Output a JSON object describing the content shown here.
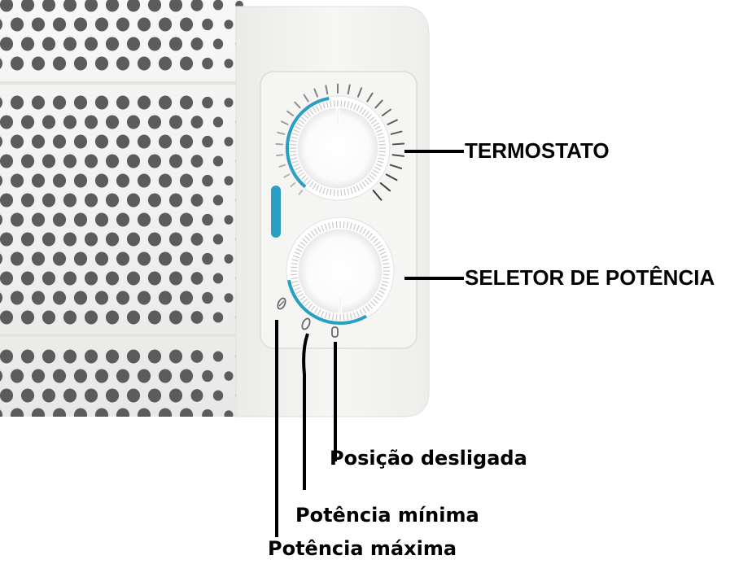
{
  "labels": {
    "thermostat": "TERMOSTATO",
    "power_selector": "SELETOR DE POTÊNCIA",
    "off_position": "Posição desligada",
    "min_power": "Potência mínima",
    "max_power": "Potência máxima"
  },
  "colors": {
    "accent": "#2a9fc4",
    "body": "#f2f2f0",
    "panel": "#f5f5f3",
    "hole": "#5a5c5e",
    "leader_line": "#000000"
  }
}
